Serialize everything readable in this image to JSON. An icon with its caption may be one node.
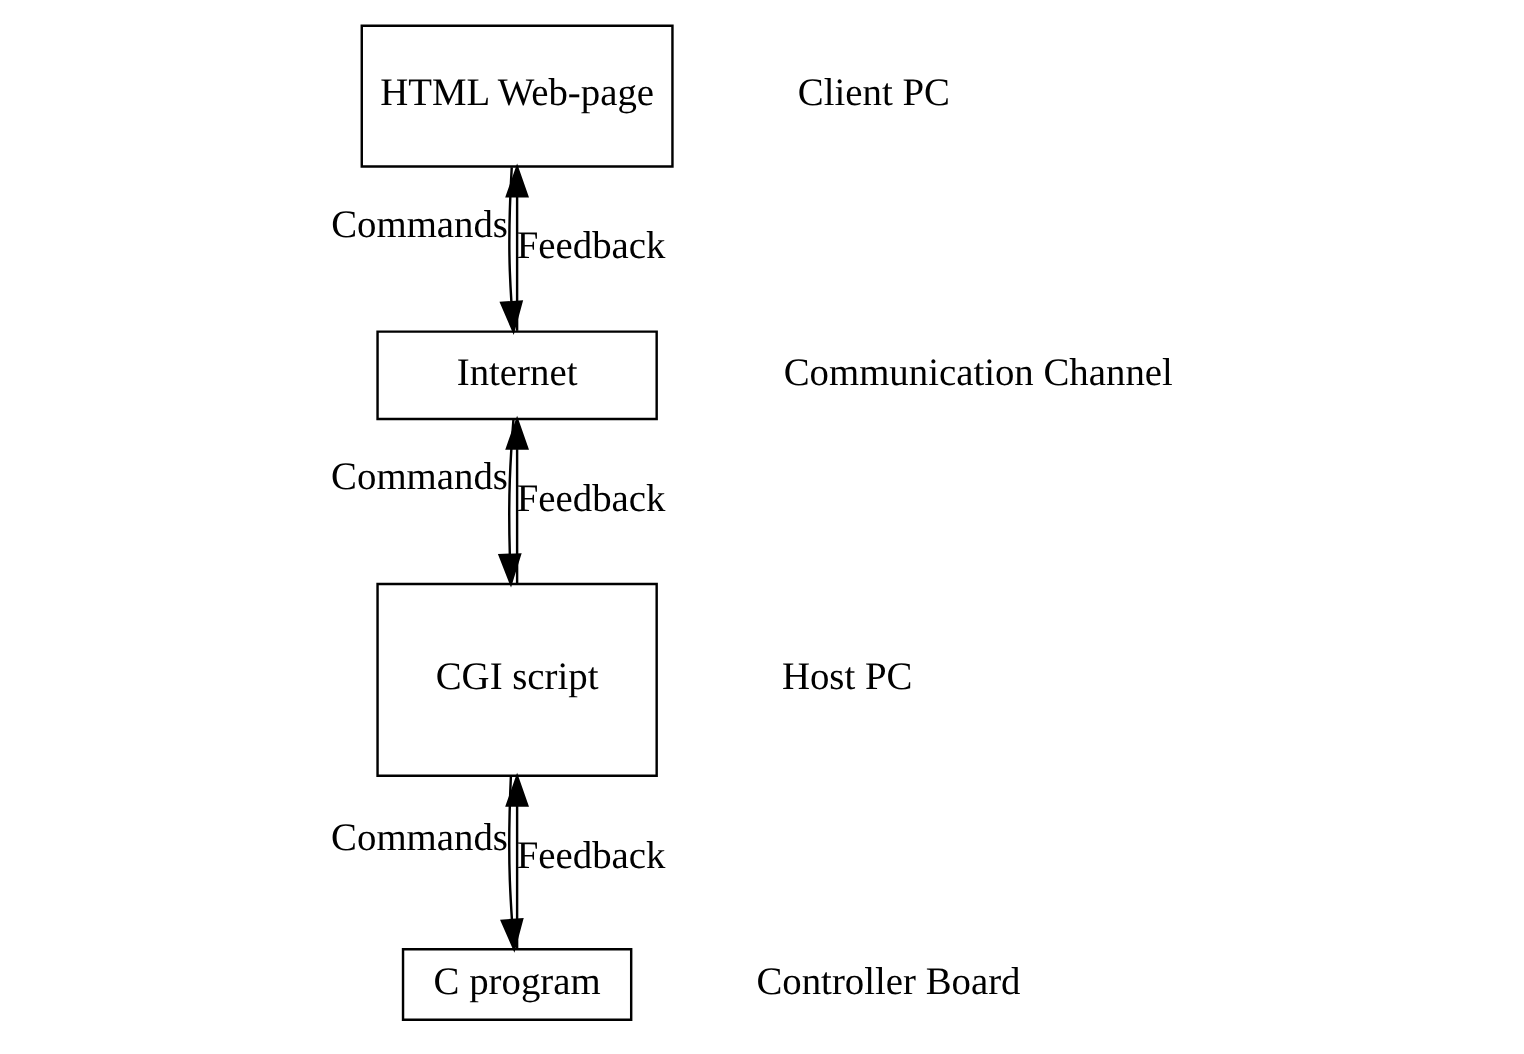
{
  "diagram": {
    "nodes": [
      {
        "text": [
          "HTML Web-page"
        ],
        "beside": [
          "Client PC"
        ]
      },
      {
        "text": [
          "Internet"
        ],
        "beside": [
          "Communication Channel"
        ]
      },
      {
        "text": [
          "CGI script"
        ],
        "beside": [
          "Host PC"
        ]
      },
      {
        "text": [
          "C program"
        ],
        "beside": [
          "Controller Board"
        ]
      }
    ],
    "edges": [
      {
        "from": 0,
        "to": 1,
        "arrow": "to",
        "label": "Commands"
      },
      {
        "from": 1,
        "to": 0,
        "arrow": "to",
        "label": "Feedback"
      },
      {
        "from": 1,
        "to": 2,
        "arrow": "to",
        "label": "Commands"
      },
      {
        "from": 2,
        "to": 1,
        "arrow": "to",
        "label": "Feedback"
      },
      {
        "from": 2,
        "to": 3,
        "arrow": "to",
        "label": "Commands"
      },
      {
        "from": 3,
        "to": 2,
        "arrow": "to",
        "label": "Feedback"
      }
    ]
  }
}
